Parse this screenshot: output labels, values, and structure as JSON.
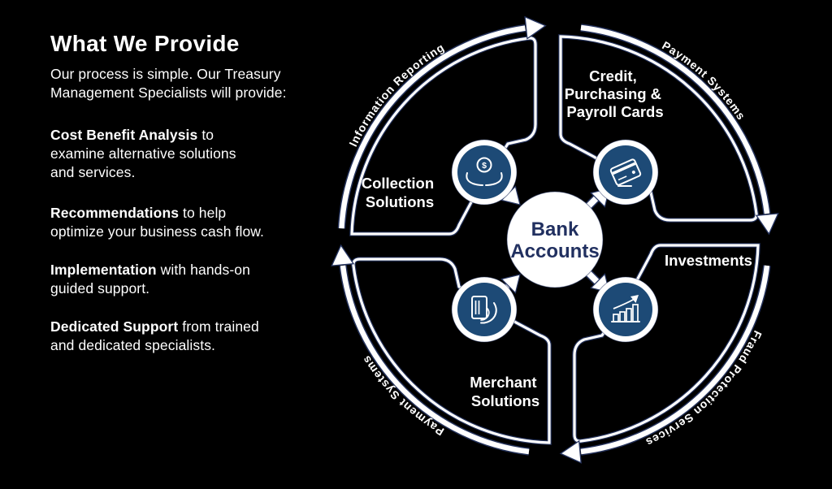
{
  "colors": {
    "background": "#000000",
    "icon_navy": "#1d4a76",
    "center_text_navy": "#213060",
    "line_edge_navy": "#283764",
    "white": "#ffffff"
  },
  "left_panel": {
    "heading": "What We Provide",
    "intro_lines": [
      "Our process is simple. Our Treasury",
      "Management Specialists will provide:"
    ],
    "items": [
      {
        "lead": "Cost Benefit Analysis",
        "after_lead": " to",
        "cont_lines": [
          "examine alternative solutions",
          "and services."
        ]
      },
      {
        "lead": "Recommendations",
        "after_lead": " to help",
        "cont_lines": [
          "optimize your business cash flow."
        ]
      },
      {
        "lead": "Implementation",
        "after_lead": " with hands-on",
        "cont_lines": [
          "guided support."
        ]
      },
      {
        "lead": "Dedicated Support",
        "after_lead": " from trained",
        "cont_lines": [
          "and dedicated specialists."
        ]
      }
    ]
  },
  "diagram": {
    "center_label": {
      "line1": "Bank",
      "line2": "Accounts"
    },
    "ring_labels": [
      {
        "text": "Information Reporting",
        "position": "top-left"
      },
      {
        "text": "Payment Systems",
        "position": "top-right"
      },
      {
        "text": "Fraud Protection Services",
        "position": "bottom-right"
      },
      {
        "text": "Payment Systems",
        "position": "bottom-left"
      }
    ],
    "quadrants": [
      {
        "lines": [
          "Collection",
          "Solutions"
        ],
        "icon": "hands-holding-coin-icon",
        "flow": "into-center"
      },
      {
        "lines": [
          "Credit,",
          "Purchasing &",
          "Payroll Cards"
        ],
        "icon": "credit-card-icon",
        "flow": "out-of-center"
      },
      {
        "lines": [
          "Investments"
        ],
        "icon": "growth-chart-icon",
        "flow": "out-of-center"
      },
      {
        "lines": [
          "Merchant",
          "Solutions"
        ],
        "icon": "card-payment-icon",
        "flow": "into-center"
      }
    ],
    "icon_glyph_text": {
      "dollar_sign": "$"
    }
  }
}
